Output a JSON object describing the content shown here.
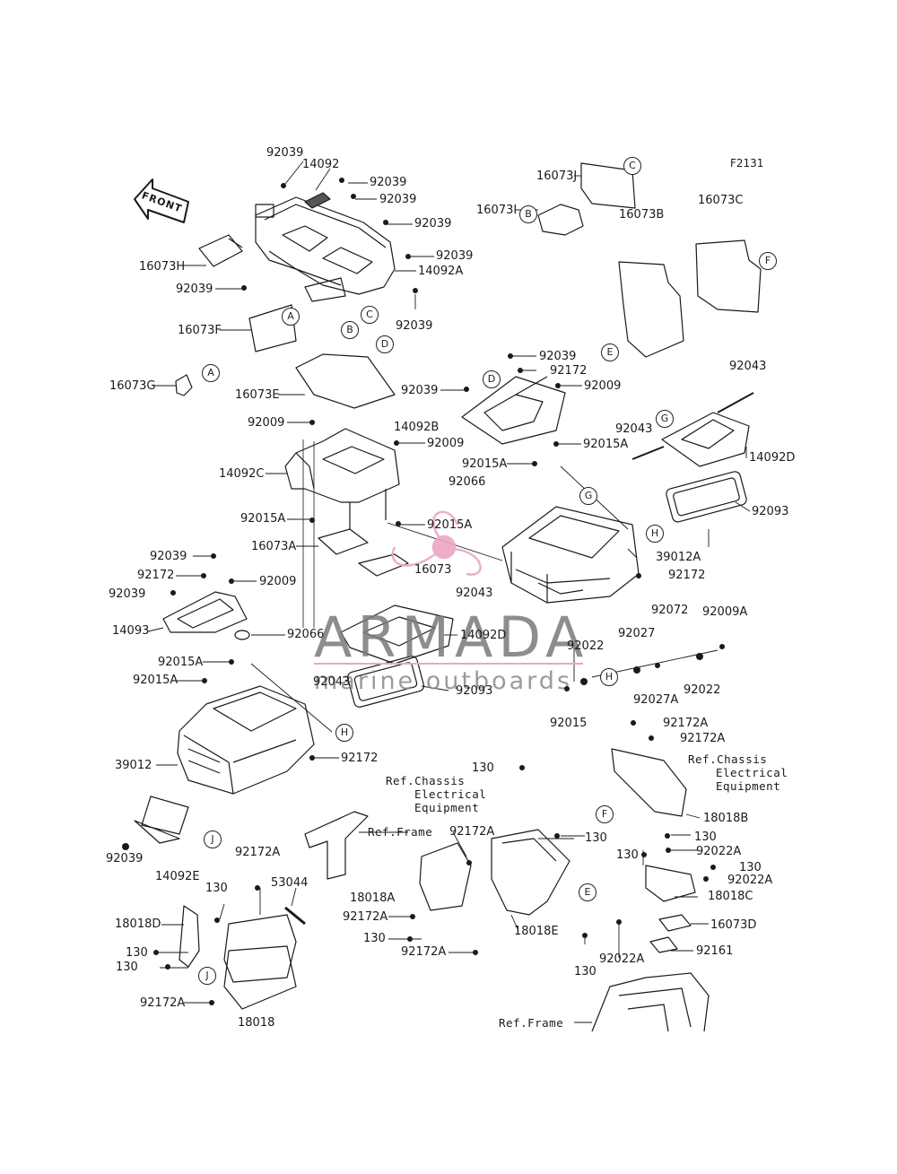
{
  "figure_code": "F2131",
  "watermark": {
    "title": "ARMADA",
    "subtitle": "marine outboards"
  },
  "part_labels": {
    "p92039_a": "92039",
    "p14092": "14092",
    "p92039_b": "92039",
    "p92039_c": "92039",
    "p92039_d": "92039",
    "p92039_e": "92039",
    "p14092A": "14092A",
    "p16073H": "16073H",
    "p92039_f": "92039",
    "p92039_g": "92039",
    "p16073F": "16073F",
    "p16073G": "16073G",
    "p16073E": "16073E",
    "p16073J": "16073J",
    "p16073I": "16073I",
    "p16073B": "16073B",
    "p16073C": "16073C",
    "p92039_h": "92039",
    "p92172_a": "92172",
    "p92039_i": "92039",
    "p92009_a": "92009",
    "p14092B": "14092B",
    "p92009_b": "92009",
    "p92009_c": "92009",
    "p92015A_a": "92015A",
    "p92015A_b": "92015A",
    "p92066_a": "92066",
    "p14092C": "14092C",
    "p92015A_c": "92015A",
    "p92015A_d": "92015A",
    "p16073A": "16073A",
    "p16073": "16073",
    "p92043_a": "92043",
    "p92043_b": "92043",
    "p14092D_a": "14092D",
    "p92093_a": "92093",
    "p39012A": "39012A",
    "p92172_b": "92172",
    "p92043_c": "92043",
    "p92039_j": "92039",
    "p92172_c": "92172",
    "p92039_k": "92039",
    "p92009_d": "92009",
    "p14093": "14093",
    "p92066_b": "92066",
    "p14092D_b": "14092D",
    "p92015A_e": "92015A",
    "p92015A_f": "92015A",
    "p92043_d": "92043",
    "p92093_b": "92093",
    "p92022_a": "92022",
    "p92027": "92027",
    "p92072": "92072",
    "p92009A": "92009A",
    "p92027A": "92027A",
    "p92022_b": "92022",
    "p92015": "92015",
    "p39012": "39012",
    "p92172_d": "92172",
    "p92172A_a": "92172A",
    "p92172A_b": "92172A",
    "p130_a": "130",
    "p18018B": "18018B",
    "p92172A_c": "92172A",
    "p130_b": "130",
    "p130_c": "130",
    "p92022A_a": "92022A",
    "p130_d": "130",
    "p92022A_b": "92022A",
    "p18018C": "18018C",
    "p16073D": "16073D",
    "p92022A_c": "92022A",
    "p92161": "92161",
    "p130_e": "130",
    "p92039_l": "92039",
    "p14092E": "14092E",
    "p92172A_d": "92172A",
    "p53044": "53044",
    "p130_f": "130",
    "p18018D": "18018D",
    "p18018A": "18018A",
    "p92172A_e": "92172A",
    "p130_g": "130",
    "p92172A_f": "92172A",
    "p18018E": "18018E",
    "p130_h": "130",
    "p130_i": "130",
    "p92172A_g": "92172A",
    "p18018": "18018"
  },
  "ref_labels": {
    "chassis_elec_1": [
      "Ref.Chassis",
      "Electrical",
      "Equipment"
    ],
    "chassis_elec_2": [
      "Ref.Chassis",
      "Electrical",
      "Equipment"
    ],
    "frame_1": "Ref.Frame",
    "frame_2": "Ref.Frame"
  },
  "callout_letters": {
    "c1": "C",
    "c2": "B",
    "c3": "F",
    "c4": "A",
    "c5": "C",
    "c6": "D",
    "c7": "B",
    "c8": "E",
    "c9": "A",
    "c10": "D",
    "c11": "G",
    "c12": "G",
    "c13": "H",
    "c14": "H",
    "c15": "H",
    "c16": "F",
    "c17": "E",
    "c18": "J",
    "c19": "J"
  },
  "front_arrow_text": "FRONT",
  "colors": {
    "ink": "#1a1a1a",
    "watermark_pink": "#e9a7c4",
    "watermark_gray": "#7a7a7a"
  }
}
